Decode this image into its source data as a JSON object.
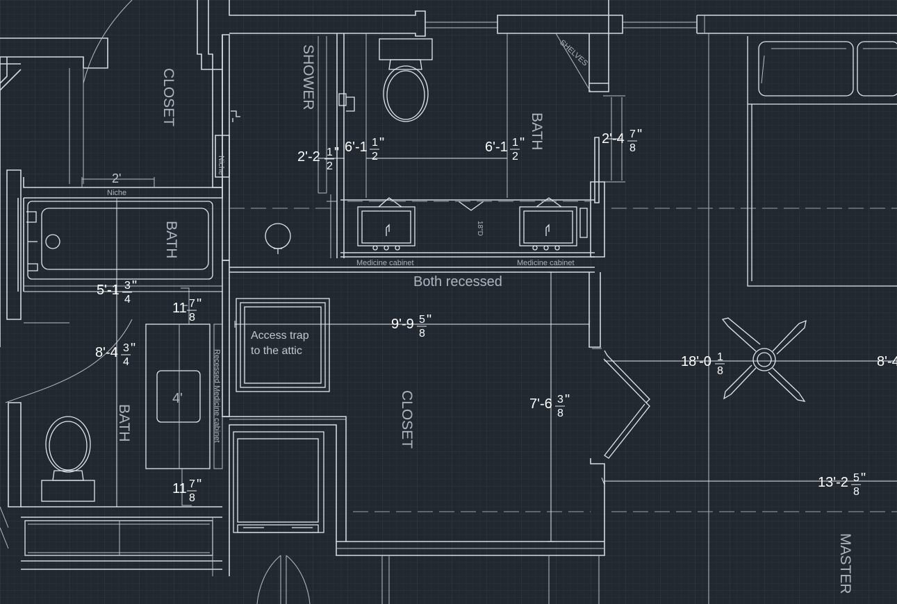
{
  "rooms": {
    "closet_top": "CLOSET",
    "shower": "SHOWER",
    "bath_upper": "BATH",
    "bath_tub": "BATH",
    "bath_lower": "BATH",
    "closet_main": "CLOSET",
    "master": "MASTER"
  },
  "notes": {
    "niche_vertical": "Niche",
    "niche_horizontal": "Niche",
    "niche_width": "2'",
    "shelves": "SHELVES",
    "medicine_left": "Medicine cabinet",
    "medicine_right": "Medicine cabinet",
    "both_recessed": "Both recessed",
    "depth_18": "18\"D",
    "access_trap_1": "Access trap",
    "access_trap_2": "to the attic",
    "recessed_medicine": "Recessed Medicine cabinet",
    "vanity_width": "4'"
  },
  "dimensions": [
    {
      "id": "shower-width",
      "whole": "2'-2",
      "num": "1",
      "den": "2",
      "unit": "\""
    },
    {
      "id": "shower-bath-gap",
      "whole": "6'-1",
      "num": "1",
      "den": "2",
      "unit": "\""
    },
    {
      "id": "bath-depth",
      "whole": "6'-1",
      "num": "1",
      "den": "2",
      "unit": "\""
    },
    {
      "id": "bath-right-wall",
      "whole": "2'-4",
      "num": "7",
      "den": "8",
      "unit": "\""
    },
    {
      "id": "tub-length",
      "whole": "5'-1",
      "num": "3",
      "den": "4",
      "unit": "\""
    },
    {
      "id": "vanity-gap-top",
      "whole": "11",
      "num": "7",
      "den": "8",
      "unit": "\""
    },
    {
      "id": "closet-width",
      "whole": "9'-9",
      "num": "5",
      "den": "8",
      "unit": "\""
    },
    {
      "id": "bath-length",
      "whole": "8'-4",
      "num": "3",
      "den": "4",
      "unit": "\""
    },
    {
      "id": "master-depth",
      "whole": "18'-0",
      "num": "1",
      "den": "8",
      "unit": ""
    },
    {
      "id": "master-edge",
      "whole": "8'-4",
      "num": "",
      "den": "",
      "unit": ""
    },
    {
      "id": "closet-depth",
      "whole": "7'-6",
      "num": "3",
      "den": "8",
      "unit": "\""
    },
    {
      "id": "vanity-gap-bottom",
      "whole": "11",
      "num": "7",
      "den": "8",
      "unit": "\""
    },
    {
      "id": "master-width",
      "whole": "13'-2",
      "num": "5",
      "den": "8",
      "unit": "\""
    }
  ]
}
